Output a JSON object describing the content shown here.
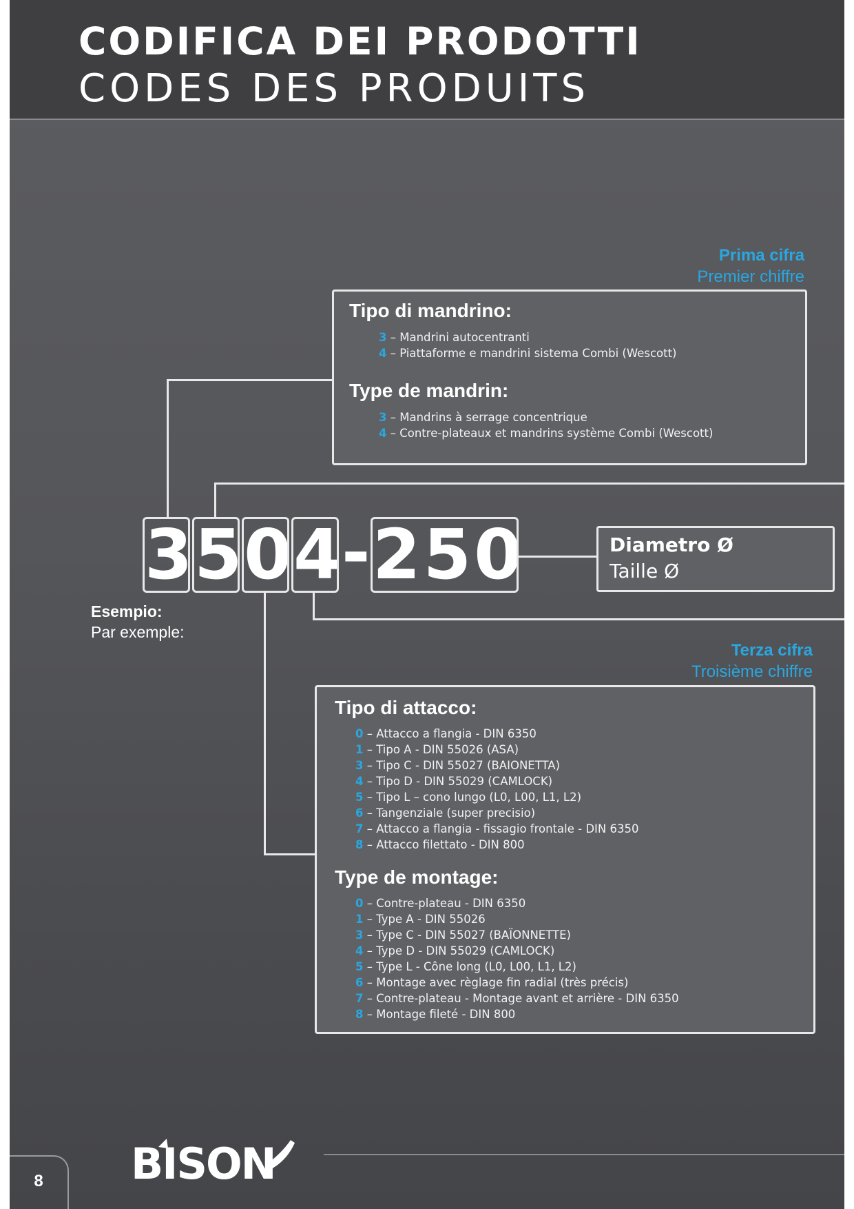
{
  "header": {
    "title_it": "CODIFICA DEI PRODOTTI",
    "title_fr": "CODES DES PRODUITS"
  },
  "first_digit": {
    "caption_it": "Prima cifra",
    "caption_fr": "Premier chiffre",
    "heading_it": "Tipo di mandrino:",
    "items_it": [
      {
        "code": "3",
        "text": " – Mandrini autocentranti"
      },
      {
        "code": "4",
        "text": " – Piattaforme e mandrini sistema Combi (Wescott)"
      }
    ],
    "heading_fr": "Type de mandrin:",
    "items_fr": [
      {
        "code": "3",
        "text": " – Mandrins à serrage concentrique"
      },
      {
        "code": "4",
        "text": " – Contre-plateaux et mandrins système Combi (Wescott)"
      }
    ]
  },
  "code_example": {
    "digits": [
      "3",
      "5",
      "0",
      "4"
    ],
    "dash": "-",
    "suffix": "250",
    "label_it": "Esempio:",
    "label_fr": "Par exemple:"
  },
  "diameter": {
    "label_it": "Diametro Ø",
    "label_fr": "Taille Ø"
  },
  "third_digit": {
    "caption_it": "Terza cifra",
    "caption_fr": "Troisième chiffre",
    "heading_it": "Tipo di attacco:",
    "items_it": [
      {
        "code": "0",
        "text": " – Attacco a flangia - DIN 6350"
      },
      {
        "code": "1",
        "text": " – Tipo A - DIN 55026 (ASA)"
      },
      {
        "code": "3",
        "text": " – Tipo C - DIN 55027 (BAIONETTA)"
      },
      {
        "code": "4",
        "text": " – Tipo D - DIN 55029 (CAMLOCK)"
      },
      {
        "code": "5",
        "text": " – Tipo L – cono lungo (L0, L00, L1, L2)"
      },
      {
        "code": "6",
        "text": " – Tangenziale (super precisio)"
      },
      {
        "code": "7",
        "text": " – Attacco a flangia - fissagio frontale - DIN 6350"
      },
      {
        "code": "8",
        "text": " – Attacco filettato - DIN 800"
      }
    ],
    "heading_fr": "Type de montage:",
    "items_fr": [
      {
        "code": "0",
        "text": " – Contre-plateau - DIN 6350"
      },
      {
        "code": "1",
        "text": " – Type A - DIN 55026"
      },
      {
        "code": "3",
        "text": " – Type C - DIN 55027 (BAÏONNETTE)"
      },
      {
        "code": "4",
        "text": " – Type D - DIN 55029 (CAMLOCK)"
      },
      {
        "code": "5",
        "text": " – Type L - Cône long (L0, L00, L1, L2)"
      },
      {
        "code": "6",
        "text": " – Montage avec règlage fin radial (très précis)"
      },
      {
        "code": "7",
        "text": " – Contre-plateau - Montage avant et arrière - DIN 6350"
      },
      {
        "code": "8",
        "text": " – Montage fileté - DIN 800"
      }
    ]
  },
  "footer": {
    "page_number": "8",
    "brand": "BISON"
  },
  "colors": {
    "accent": "#2aa7e0",
    "header_bg": "#3f3f42",
    "page_bg": "#58595d"
  }
}
